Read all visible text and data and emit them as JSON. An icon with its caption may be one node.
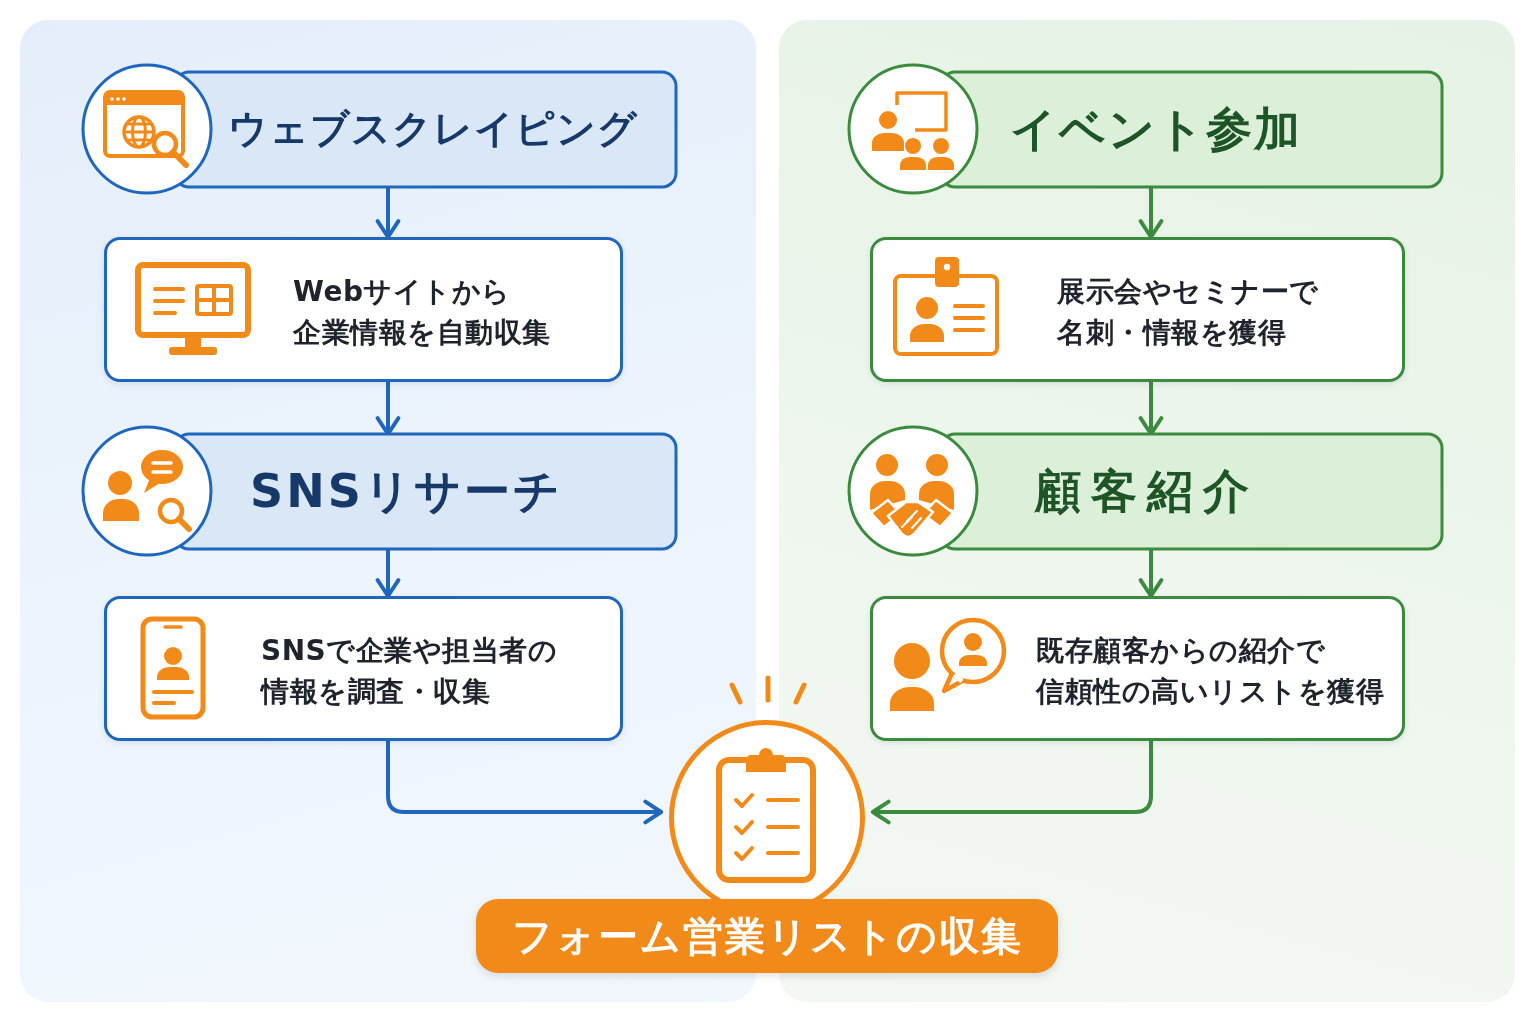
{
  "diagram": {
    "nodes": [
      {
        "text": [],
        "shape": "box"
      },
      {
        "text": [
          "ウェブスクレイピング"
        ],
        "in": 0
      },
      {
        "text": [
          "Webサイトから企業情報を自動収集"
        ],
        "in": 0
      },
      {
        "text": [
          "SNSリサーチ"
        ],
        "in": 0
      },
      {
        "text": [
          "SNSで企業や担当者の情報を調査・収集"
        ],
        "in": 0
      },
      {
        "text": [],
        "shape": "box"
      },
      {
        "text": [
          "イベント参加"
        ],
        "in": 5
      },
      {
        "text": [
          "展示会やセミナーで名刺・情報を獲得"
        ],
        "in": 5
      },
      {
        "text": [
          "顧客紹介"
        ],
        "in": 5
      },
      {
        "text": [
          "既存顧客からの紹介で信頼性の高いリストを獲得"
        ],
        "in": 5
      },
      {
        "text": [],
        "shape": "circle"
      },
      {
        "text": [
          "フォーム営業リストの収集"
        ]
      }
    ],
    "edges": [
      {
        "from": 1,
        "to": 2,
        "arrow": "to",
        "color": "#1f66bd"
      },
      {
        "from": 2,
        "to": 3,
        "arrow": "to",
        "color": "#1f66bd"
      },
      {
        "from": 3,
        "to": 4,
        "arrow": "to",
        "color": "#1f66bd"
      },
      {
        "from": 4,
        "to": 10,
        "arrow": "to",
        "color": "#1f66bd"
      },
      {
        "from": 6,
        "to": 7,
        "arrow": "to",
        "color": "#3b8b3f"
      },
      {
        "from": 7,
        "to": 8,
        "arrow": "to",
        "color": "#3b8b3f"
      },
      {
        "from": 8,
        "to": 9,
        "arrow": "to",
        "color": "#3b8b3f"
      },
      {
        "from": 9,
        "to": 10,
        "arrow": "to",
        "color": "#3b8b3f"
      }
    ]
  }
}
